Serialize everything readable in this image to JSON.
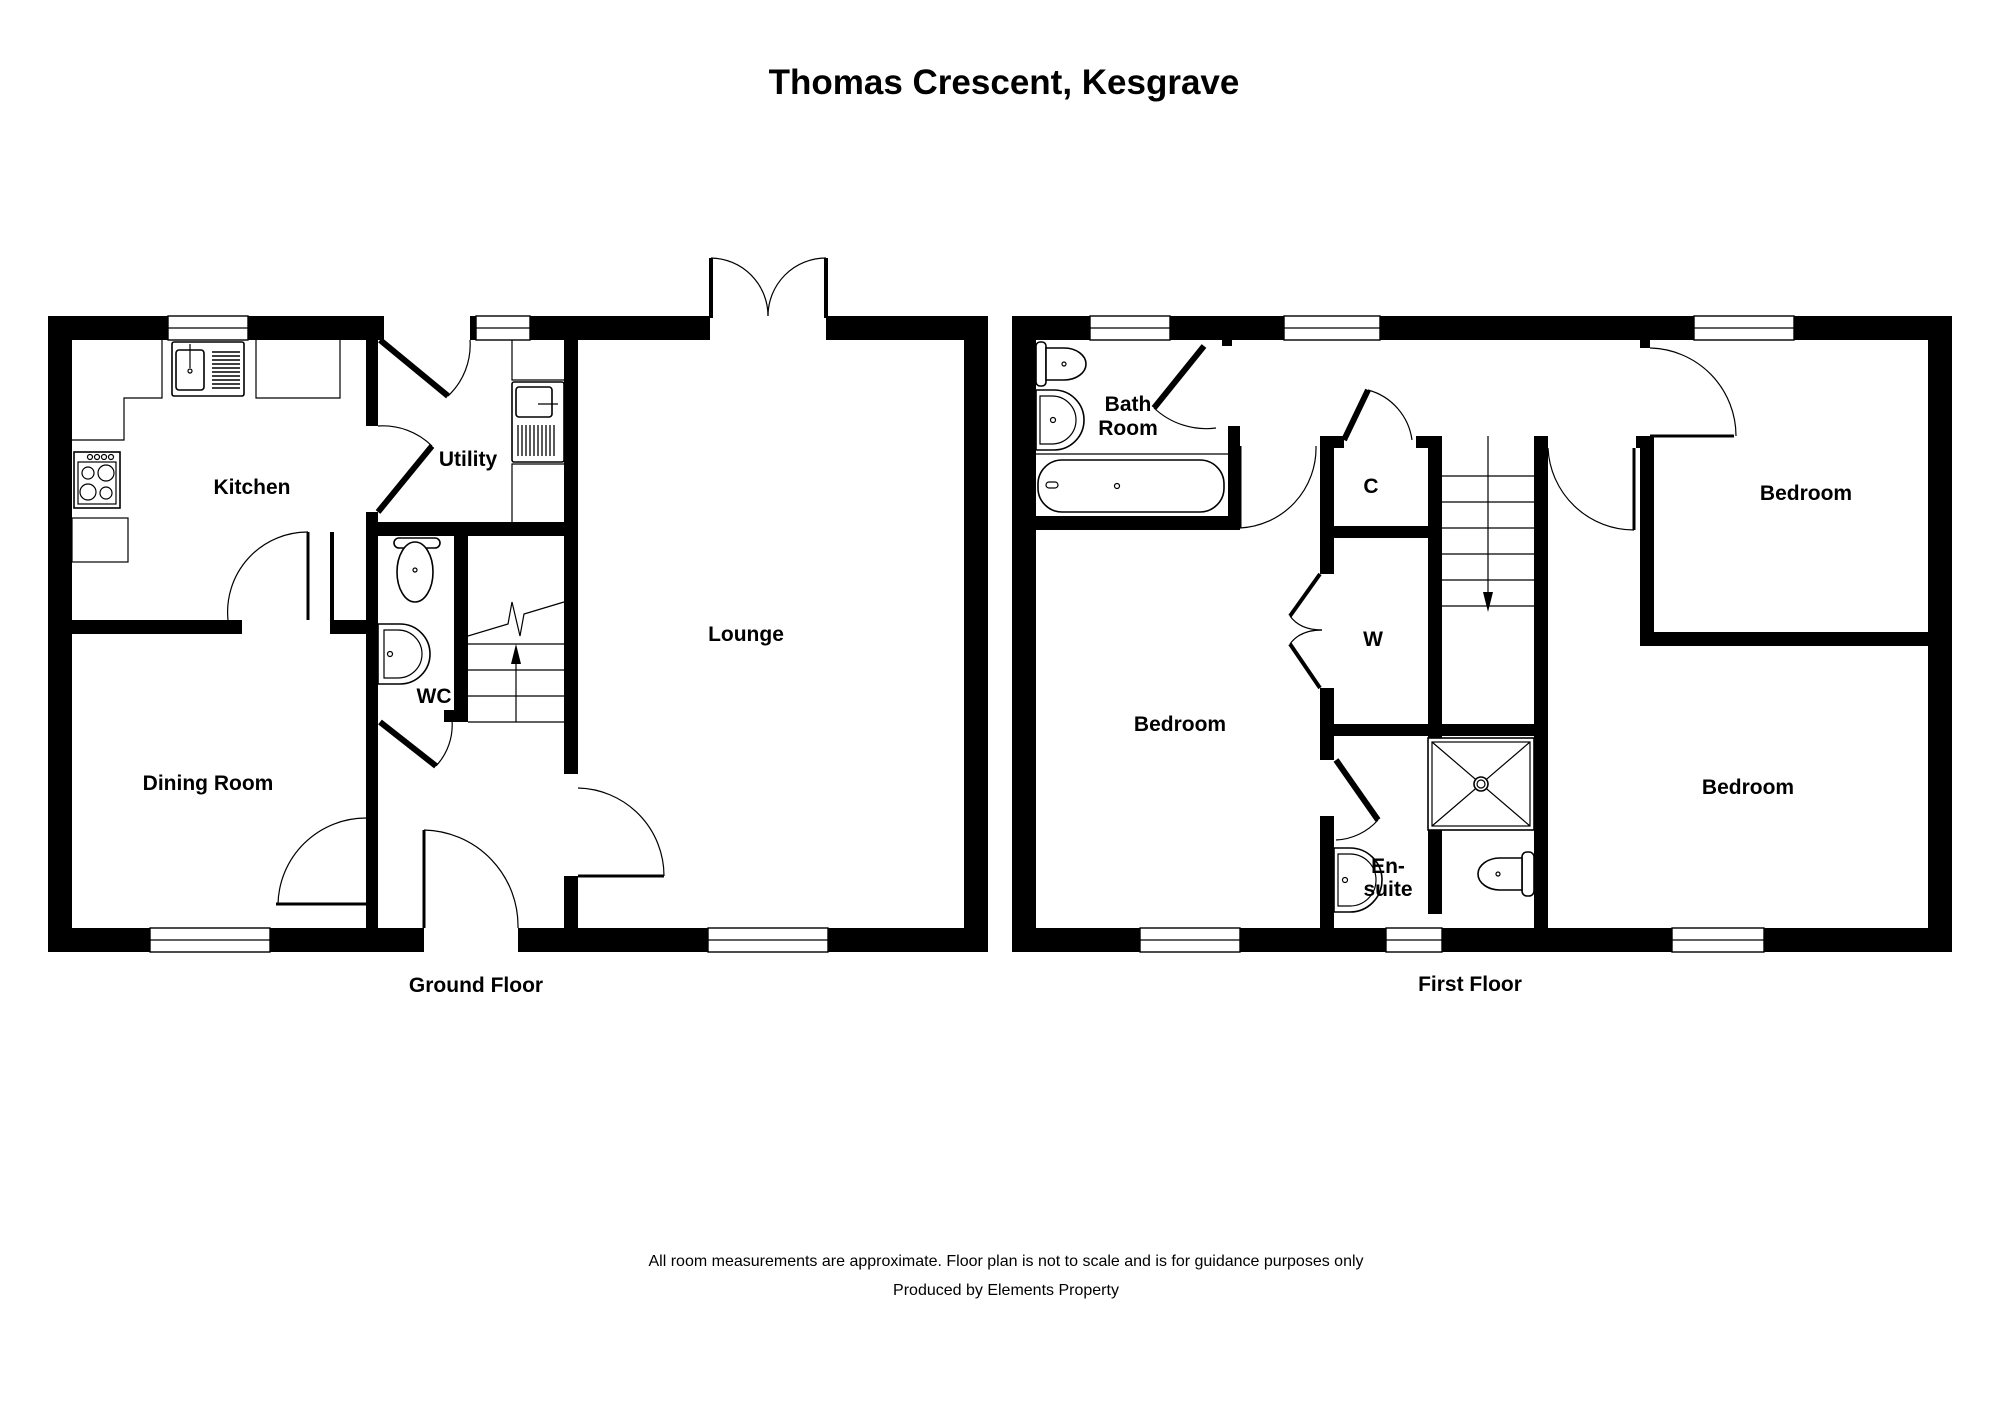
{
  "title": "Thomas Crescent, Kesgrave",
  "ground_floor": {
    "label": "Ground Floor",
    "rooms": {
      "kitchen": "Kitchen",
      "utility": "Utility",
      "lounge": "Lounge",
      "wc": "WC",
      "dining_room": "Dining Room"
    }
  },
  "first_floor": {
    "label": "First Floor",
    "rooms": {
      "bathroom_line1": "Bath",
      "bathroom_line2": "Room",
      "cupboard": "C",
      "wardrobe": "W",
      "bedroom_left": "Bedroom",
      "bedroom_top_right": "Bedroom",
      "bedroom_bottom_right": "Bedroom",
      "ensuite_line1": "En-",
      "ensuite_line2": "suite"
    }
  },
  "footer": {
    "disclaimer": "All room measurements are approximate. Floor plan is not to scale and is for guidance purposes only",
    "credit": "Produced by Elements Property"
  },
  "colors": {
    "wall": "#000000",
    "background": "#ffffff"
  }
}
